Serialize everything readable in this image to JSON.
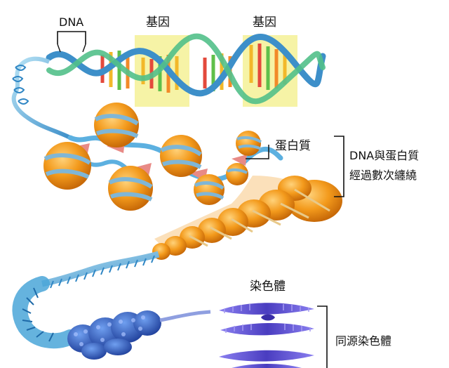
{
  "labels": {
    "dna": "DNA",
    "gene_1": "基因",
    "gene_2": "基因",
    "protein": "蛋白質",
    "coiling_line1": "DNA與蛋白質",
    "coiling_line2": "經過數次纏繞",
    "chromosome": "染色體",
    "homologous_chromosomes": "同源染色體"
  },
  "colors": {
    "dna_strand": "#4aa6d8",
    "dna_strand_dark": "#2f86c4",
    "gene_highlight": "#f6f3a6",
    "histone_orange": "#f39a1c",
    "histone_band": "#7fb6d6",
    "protein_pink": "#e88a86",
    "chromatin_blue": "#2d5bbf",
    "chromosome_purple": "#5548c8",
    "label_line": "#111111"
  },
  "icons": {
    "nucleosome": "orange-sphere-icon",
    "chromosome": "x-shaped-chromosome-icon"
  }
}
